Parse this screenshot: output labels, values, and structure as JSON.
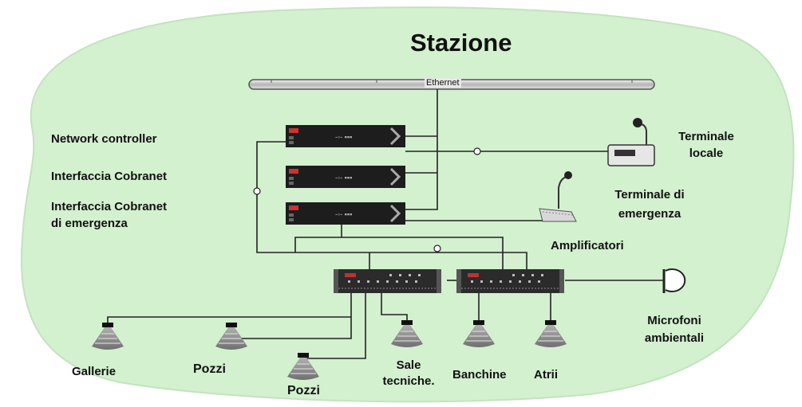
{
  "title": "Stazione",
  "bus_label": "Ethernet",
  "left_labels": {
    "network_controller": "Network controller",
    "interfaccia_cobranet": "Interfaccia Cobranet",
    "interfaccia_emergenza_line1": "Interfaccia Cobranet",
    "interfaccia_emergenza_line2": "di emergenza"
  },
  "right_labels": {
    "terminale_locale_line1": "Terminale",
    "terminale_locale_line2": "locale",
    "terminale_emergenza_line1": "Terminale di",
    "terminale_emergenza_line2": "emergenza",
    "amplificatori": "Amplificatori",
    "microfoni_line1": "Microfoni",
    "microfoni_line2": "ambientali"
  },
  "speaker_labels": {
    "gallerie": "Gallerie",
    "pozzi_1": "Pozzi",
    "pozzi_2": "Pozzi",
    "sale_line1": "Sale",
    "sale_line2": "tecniche.",
    "banchine": "Banchine",
    "atrii": "Atrii"
  },
  "colors": {
    "background_area": "#d3f0cf",
    "device_body": "#222222",
    "line": "#222222",
    "speaker": "#8a8a8a"
  }
}
